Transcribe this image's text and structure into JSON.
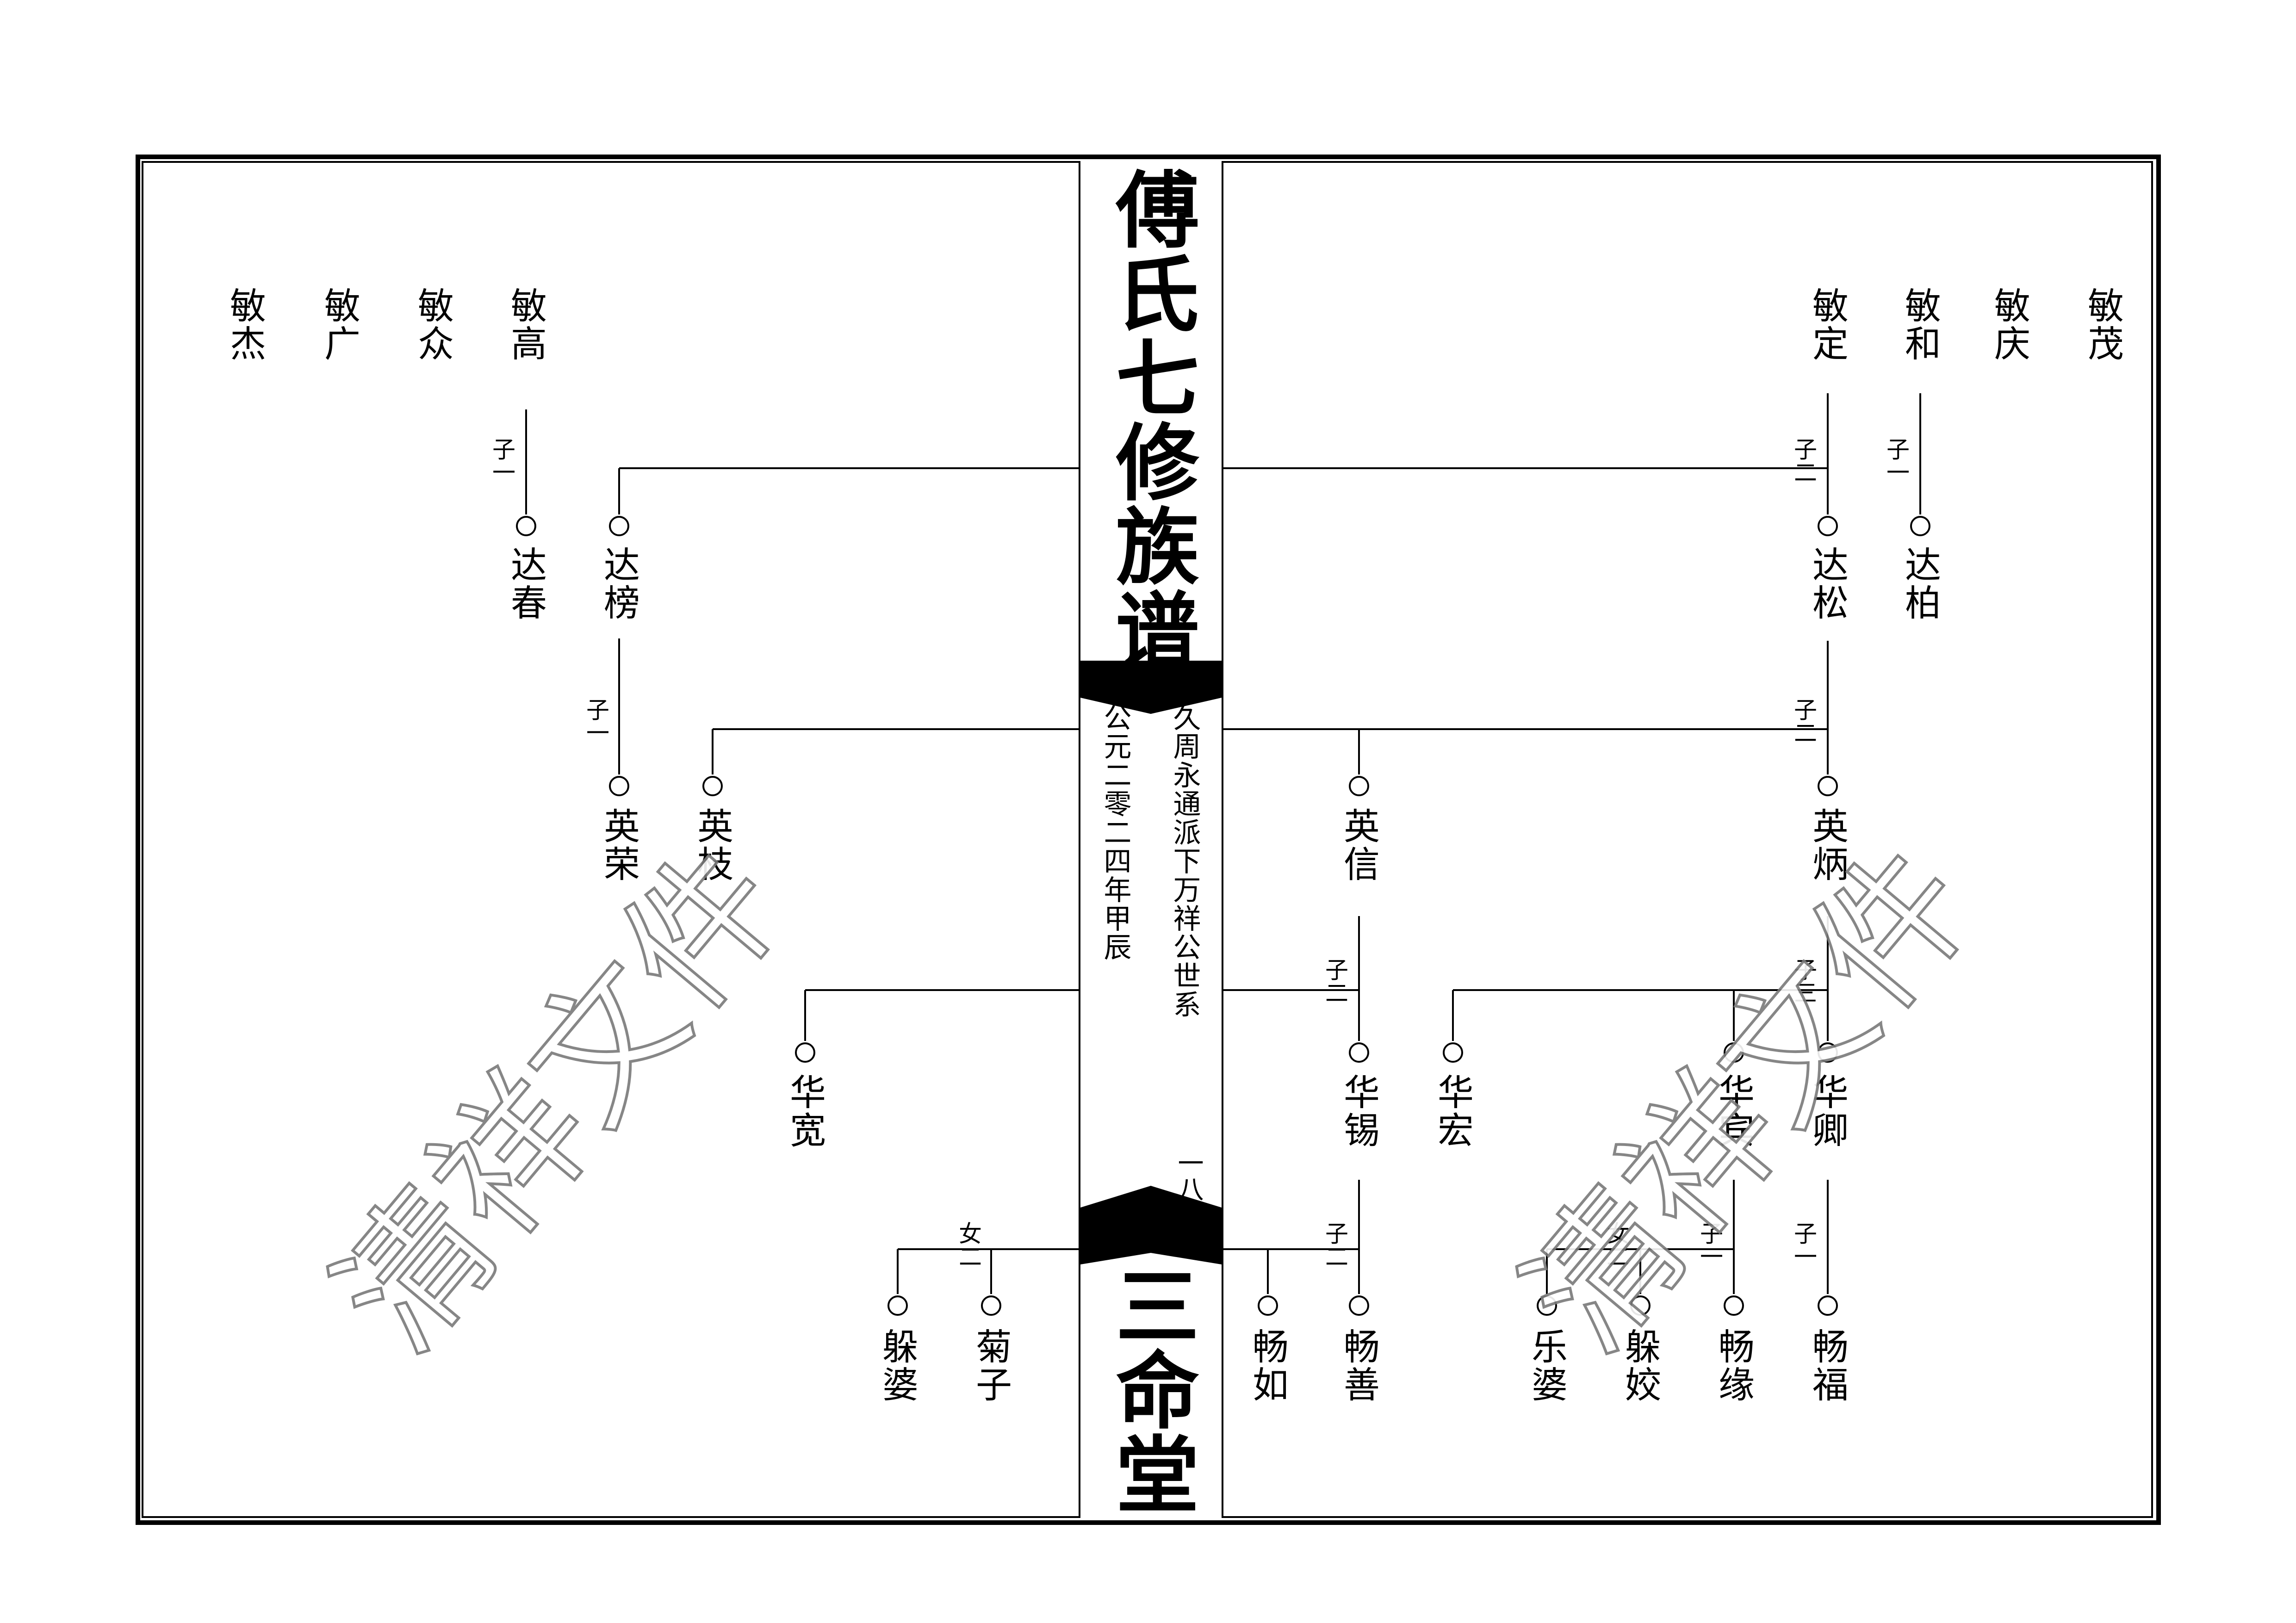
{
  "title": "傅氏七修族谱",
  "hall_name": "三命堂",
  "lineage": "久周永通派下万祥公世系",
  "year": "公元二零二四年甲辰",
  "page_number": "一八",
  "watermark": "清祥文件",
  "colors": {
    "ink": "#000000",
    "watermark_outline": "#7a7a7a"
  },
  "left": {
    "gen_min": [
      "敏高",
      "敏众",
      "敏广",
      "敏杰"
    ],
    "min_gao_marker": "子一",
    "gen_da": [
      "达春",
      "达榜"
    ],
    "da_bang_marker": "子一",
    "gen_ying": [
      "英荣",
      "英枝"
    ],
    "gen_hua": [
      "华宽"
    ],
    "hua_kuan_marker": "女二",
    "daughters": [
      "菊子",
      "躲婆"
    ]
  },
  "right": {
    "gen_min": [
      "敏茂",
      "敏庆",
      "敏和",
      "敏定"
    ],
    "min_he_marker": "子一",
    "min_ding_marker": "子二",
    "gen_da": [
      "达柏",
      "达松"
    ],
    "da_song_marker": "子二",
    "gen_ying": [
      "英炳",
      "英信"
    ],
    "ying_xin_marker": "子二",
    "ying_bing_marker": "子三",
    "gen_hua_ying_xin": [
      "华锡"
    ],
    "gen_hua_ying_bing": [
      "华卿",
      "华宾",
      "华宏"
    ],
    "hua_xi_marker": "子二",
    "hua_xi_children": [
      "畅善",
      "畅如"
    ],
    "hua_bin_son_marker": "子一",
    "hua_bin_daughter_marker": "女二",
    "hua_bin_children": [
      "畅缘",
      "躲姣",
      "乐婆"
    ],
    "hua_qing_marker": "子一",
    "hua_qing_children": [
      "畅福"
    ]
  }
}
